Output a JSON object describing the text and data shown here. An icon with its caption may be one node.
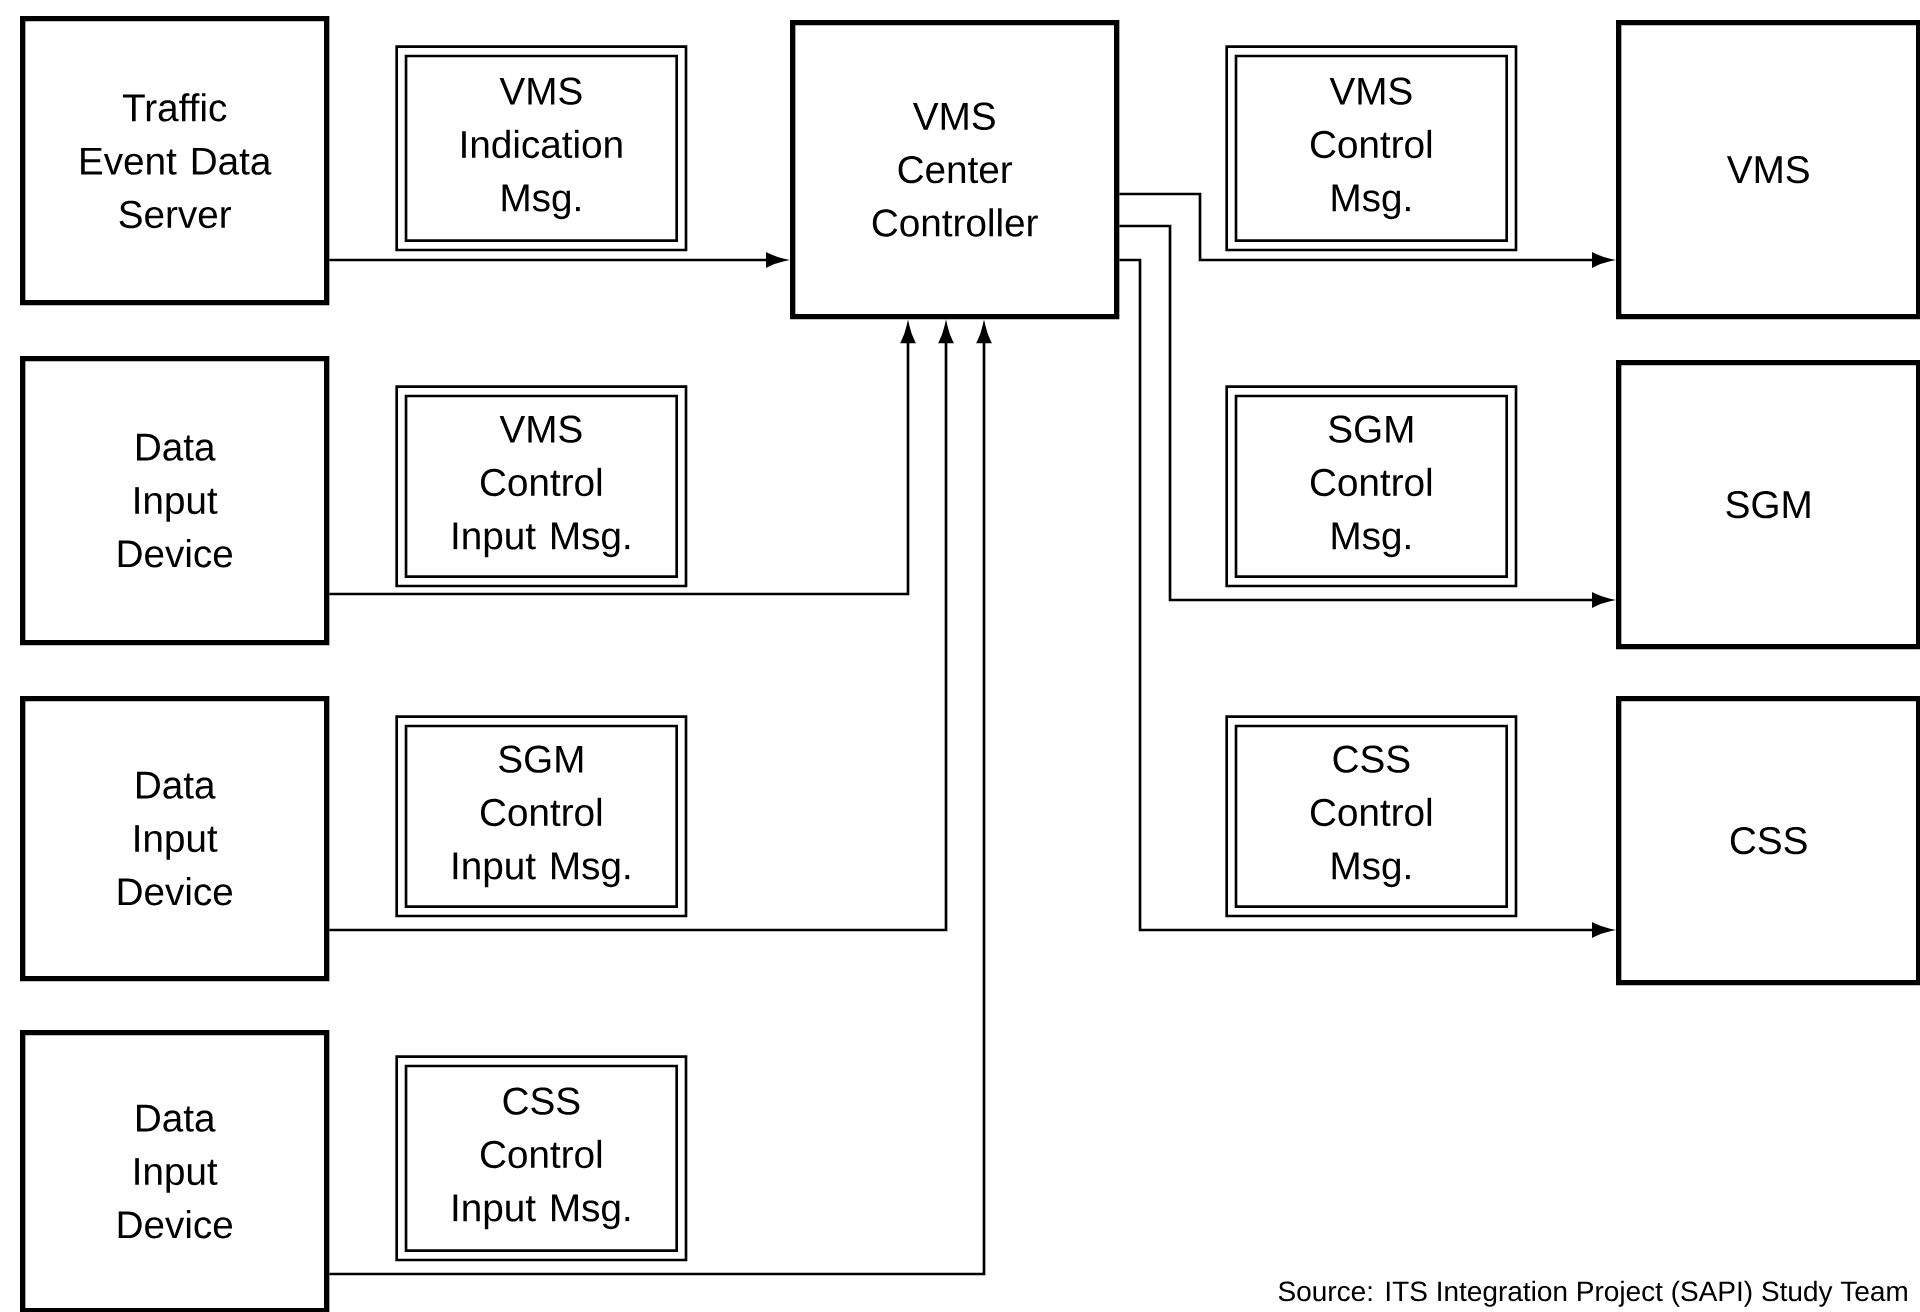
{
  "diagram": {
    "nodes": [
      {
        "text": [
          "Traffic Event Data Server"
        ]
      },
      {
        "text": [
          "VMS Indication Msg."
        ]
      },
      {
        "text": [
          "VMS Center Controller"
        ]
      },
      {
        "text": [
          "VMS Control Msg."
        ]
      },
      {
        "text": [
          "VMS"
        ]
      },
      {
        "text": [
          "Data Input Device"
        ]
      },
      {
        "text": [
          "VMS Control Input Msg."
        ]
      },
      {
        "text": [
          "SGM Control Msg."
        ]
      },
      {
        "text": [
          "SGM"
        ]
      },
      {
        "text": [
          "Data Input Device"
        ]
      },
      {
        "text": [
          "SGM Control Input Msg."
        ]
      },
      {
        "text": [
          "CSS Control Msg."
        ]
      },
      {
        "text": [
          "CSS"
        ]
      },
      {
        "text": [
          "Data Input Device"
        ]
      },
      {
        "text": [
          "CSS Control Input Msg."
        ]
      }
    ],
    "edges": [
      {
        "from": 0,
        "to": 2,
        "arrow": "to"
      },
      {
        "from": 5,
        "to": 2,
        "arrow": "to"
      },
      {
        "from": 9,
        "to": 2,
        "arrow": "to"
      },
      {
        "from": 13,
        "to": 2,
        "arrow": "to"
      },
      {
        "from": 2,
        "to": 4,
        "arrow": "to"
      },
      {
        "from": 2,
        "to": 8,
        "arrow": "to"
      },
      {
        "from": 2,
        "to": 12,
        "arrow": "to"
      }
    ],
    "labels": [
      "Source: ITS Integration Project (SAPI) Study Team"
    ]
  }
}
